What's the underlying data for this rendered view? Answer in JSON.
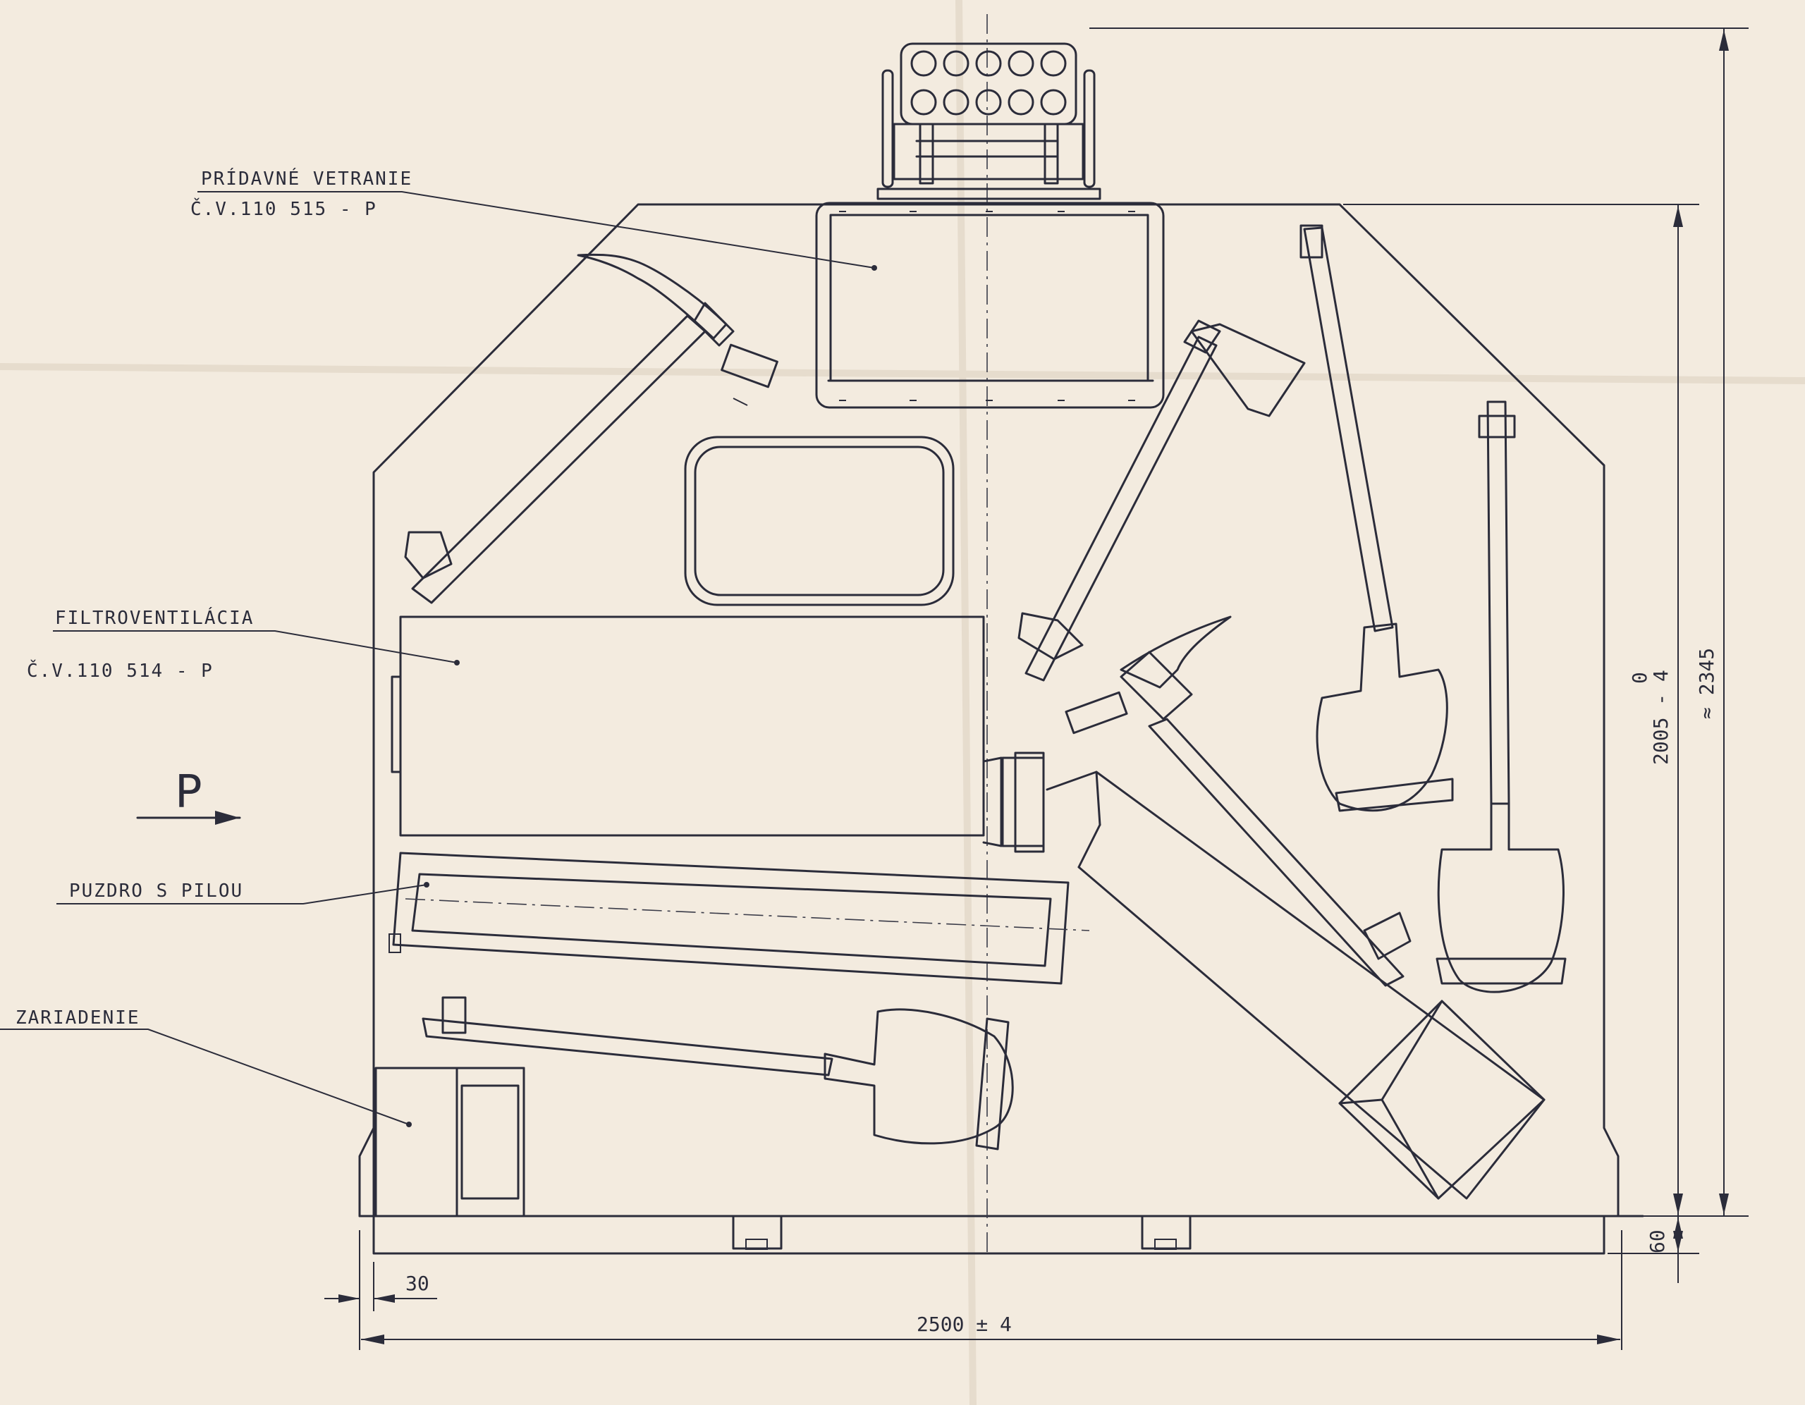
{
  "labels": {
    "pridavne_title": "PRÍDAVNÉ VETRANIE",
    "pridavne_code": "Č.V.110 515 - P",
    "filtro_title": "FILTROVENTILÁCIA",
    "filtro_code": "Č.V.110 514 - P",
    "puzdro": "PUZDRO S PILOU",
    "zariadenie": "ZARIADENIE",
    "view_letter": "P"
  },
  "dimensions": {
    "width": "2500 ± 4",
    "height_main": "2005 - 4",
    "height_tol_upper": "0",
    "height_total": "≈ 2345",
    "base_height": "60",
    "offset": "30"
  }
}
